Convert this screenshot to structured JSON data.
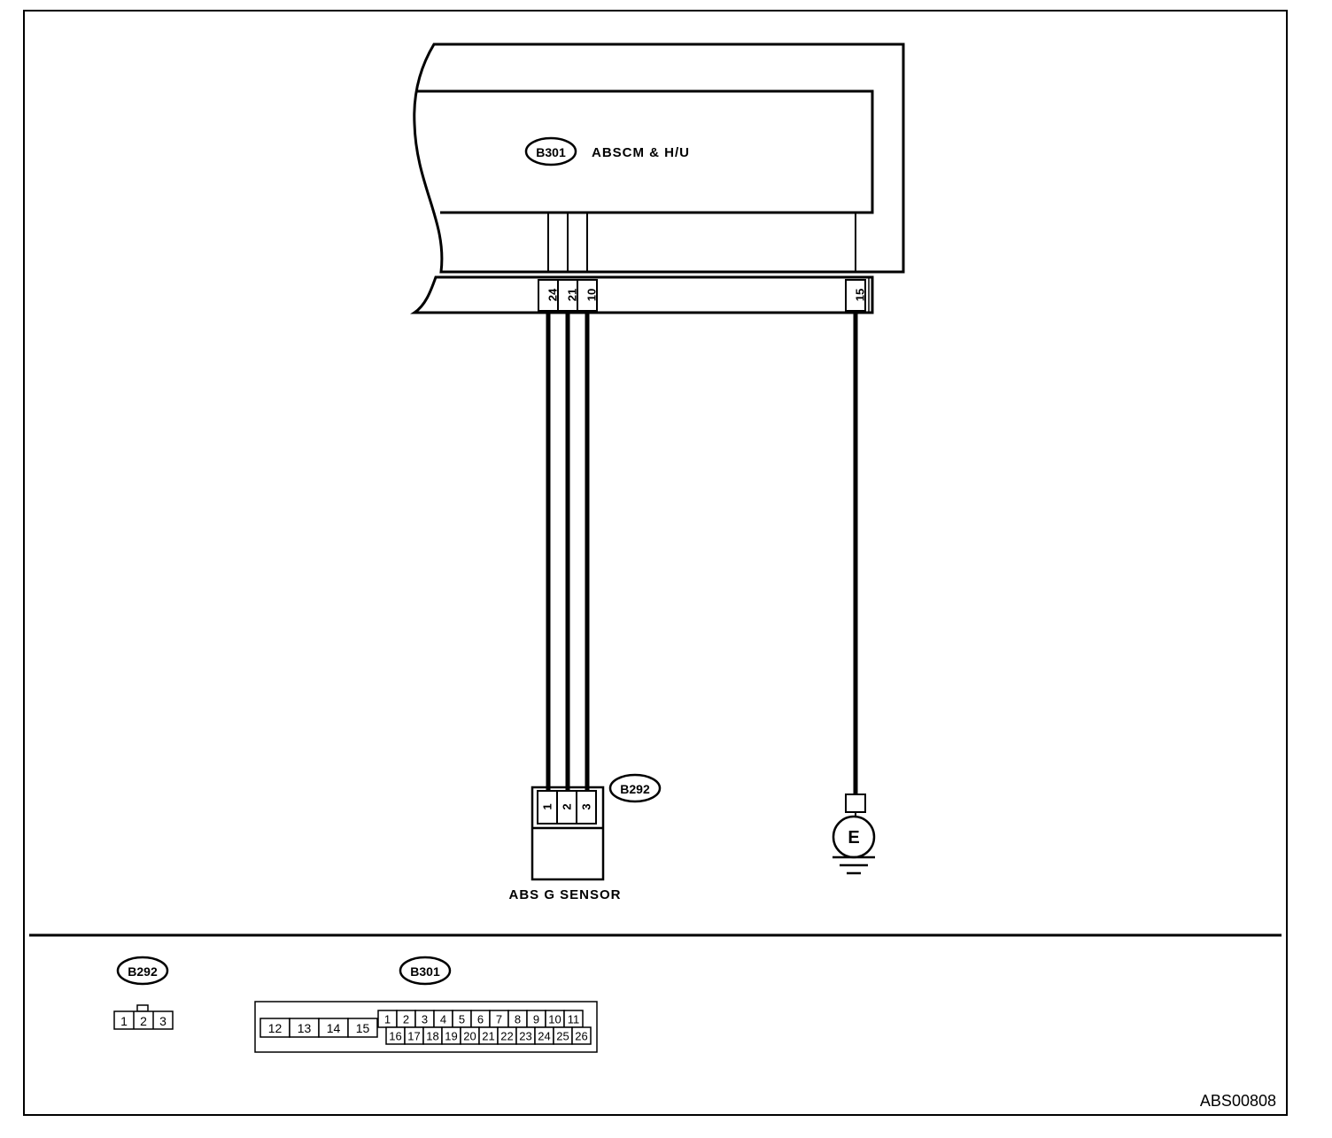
{
  "figure_id": "ABS00808",
  "abscm": {
    "connector": "B301",
    "label": "ABSCM & H/U",
    "pins": [
      "24",
      "21",
      "10",
      "15"
    ]
  },
  "sensor": {
    "connector": "B292",
    "label": "ABS G SENSOR",
    "pins": [
      "1",
      "2",
      "3"
    ]
  },
  "ground": {
    "symbol": "E"
  },
  "legend": {
    "b292": {
      "connector": "B292",
      "pins": [
        "1",
        "2",
        "3"
      ]
    },
    "b301": {
      "connector": "B301",
      "big_pins": [
        "12",
        "13",
        "14",
        "15"
      ],
      "top_row": [
        "1",
        "2",
        "3",
        "4",
        "5",
        "6",
        "7",
        "8",
        "9",
        "10",
        "11"
      ],
      "bottom_row": [
        "16",
        "17",
        "18",
        "19",
        "20",
        "21",
        "22",
        "23",
        "24",
        "25",
        "26"
      ]
    }
  }
}
